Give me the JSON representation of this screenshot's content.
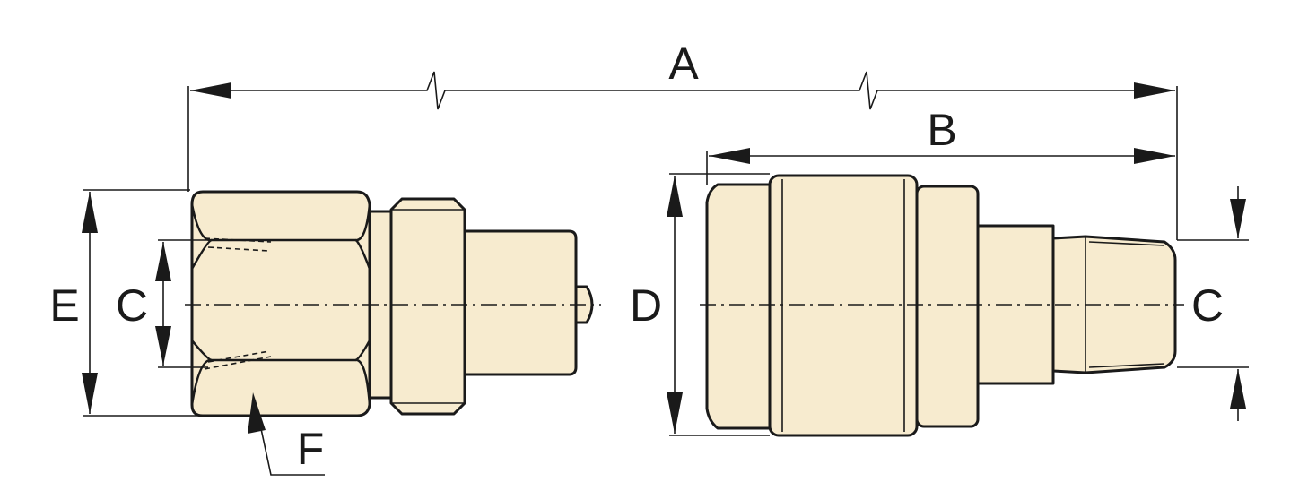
{
  "labels": {
    "A": "A",
    "B": "B",
    "C_left": "C",
    "C_right": "C",
    "D": "D",
    "E": "E",
    "F": "F"
  },
  "colors": {
    "part_fill": "#f7ebcf",
    "line": "#1a1a1a",
    "background": "#ffffff"
  }
}
